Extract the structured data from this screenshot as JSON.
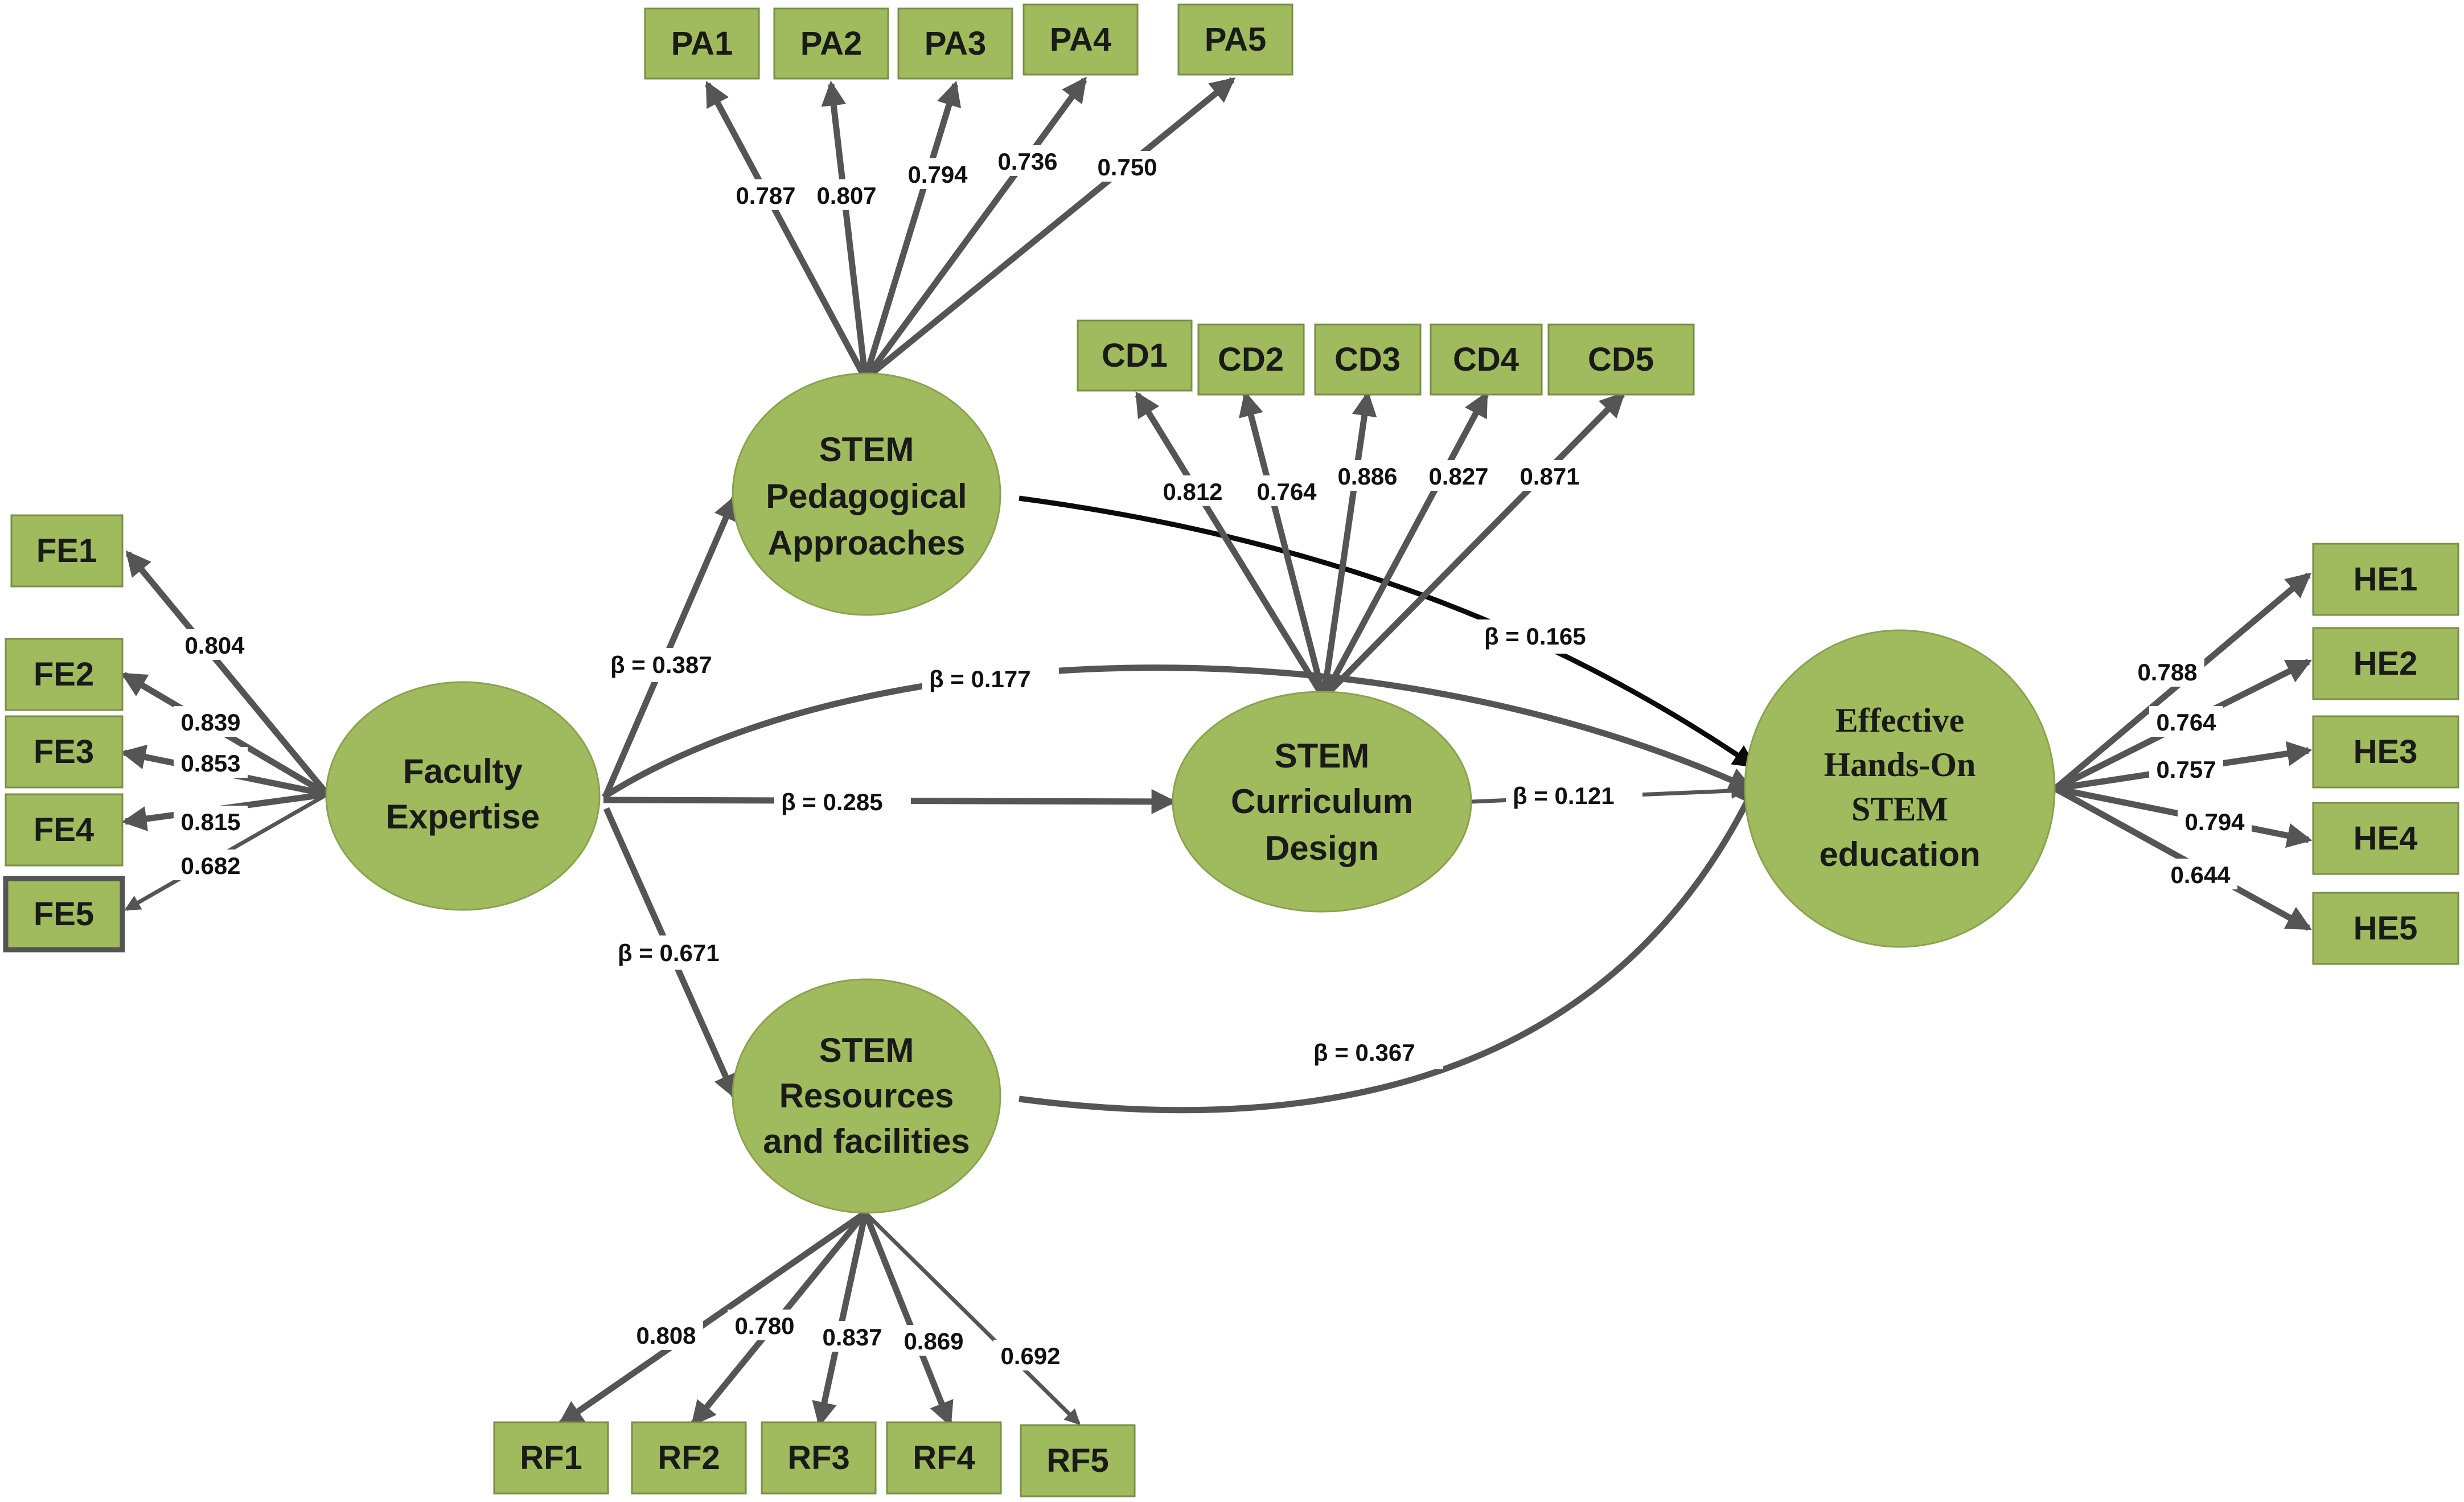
{
  "latents": {
    "fe": {
      "lines": [
        "Faculty",
        "Expertise"
      ]
    },
    "pa": {
      "lines": [
        "STEM",
        "Pedagogical",
        "Approaches"
      ]
    },
    "cd": {
      "lines": [
        "STEM",
        "Curriculum",
        "Design"
      ]
    },
    "rf": {
      "lines": [
        "STEM",
        "Resources",
        "and facilities"
      ]
    },
    "he": {
      "lines": [
        "Effective",
        "Hands-On",
        "STEM",
        "education"
      ]
    }
  },
  "indicators": {
    "fe": [
      {
        "label": "FE1",
        "loading": "0.804"
      },
      {
        "label": "FE2",
        "loading": "0.839"
      },
      {
        "label": "FE3",
        "loading": "0.853"
      },
      {
        "label": "FE4",
        "loading": "0.815"
      },
      {
        "label": "FE5",
        "loading": "0.682"
      }
    ],
    "pa": [
      {
        "label": "PA1",
        "loading": "0.787"
      },
      {
        "label": "PA2",
        "loading": "0.807"
      },
      {
        "label": "PA3",
        "loading": "0.794"
      },
      {
        "label": "PA4",
        "loading": "0.736"
      },
      {
        "label": "PA5",
        "loading": "0.750"
      }
    ],
    "cd": [
      {
        "label": "CD1",
        "loading": "0.812"
      },
      {
        "label": "CD2",
        "loading": "0.764"
      },
      {
        "label": "CD3",
        "loading": "0.886"
      },
      {
        "label": "CD4",
        "loading": "0.827"
      },
      {
        "label": "CD5",
        "loading": "0.871"
      }
    ],
    "rf": [
      {
        "label": "RF1",
        "loading": "0.808"
      },
      {
        "label": "RF2",
        "loading": "0.780"
      },
      {
        "label": "RF3",
        "loading": "0.837"
      },
      {
        "label": "RF4",
        "loading": "0.869"
      },
      {
        "label": "RF5",
        "loading": "0.692"
      }
    ],
    "he": [
      {
        "label": "HE1",
        "loading": "0.788"
      },
      {
        "label": "HE2",
        "loading": "0.764"
      },
      {
        "label": "HE3",
        "loading": "0.757"
      },
      {
        "label": "HE4",
        "loading": "0.794"
      },
      {
        "label": "HE5",
        "loading": "0.644"
      }
    ]
  },
  "paths": {
    "fe_pa": "β  = 0.387",
    "fe_cd": "β  = 0.285",
    "fe_rf": "β  = 0.671",
    "fe_he": "β  = 0.177",
    "pa_he": "β  = 0.165",
    "cd_he": "β  = 0.121",
    "rf_he": "β  = 0.367"
  },
  "colors": {
    "construct_fill": "#9fbb5d",
    "arrow": "#555555",
    "highlight_arrow": "#0a0a0a"
  }
}
